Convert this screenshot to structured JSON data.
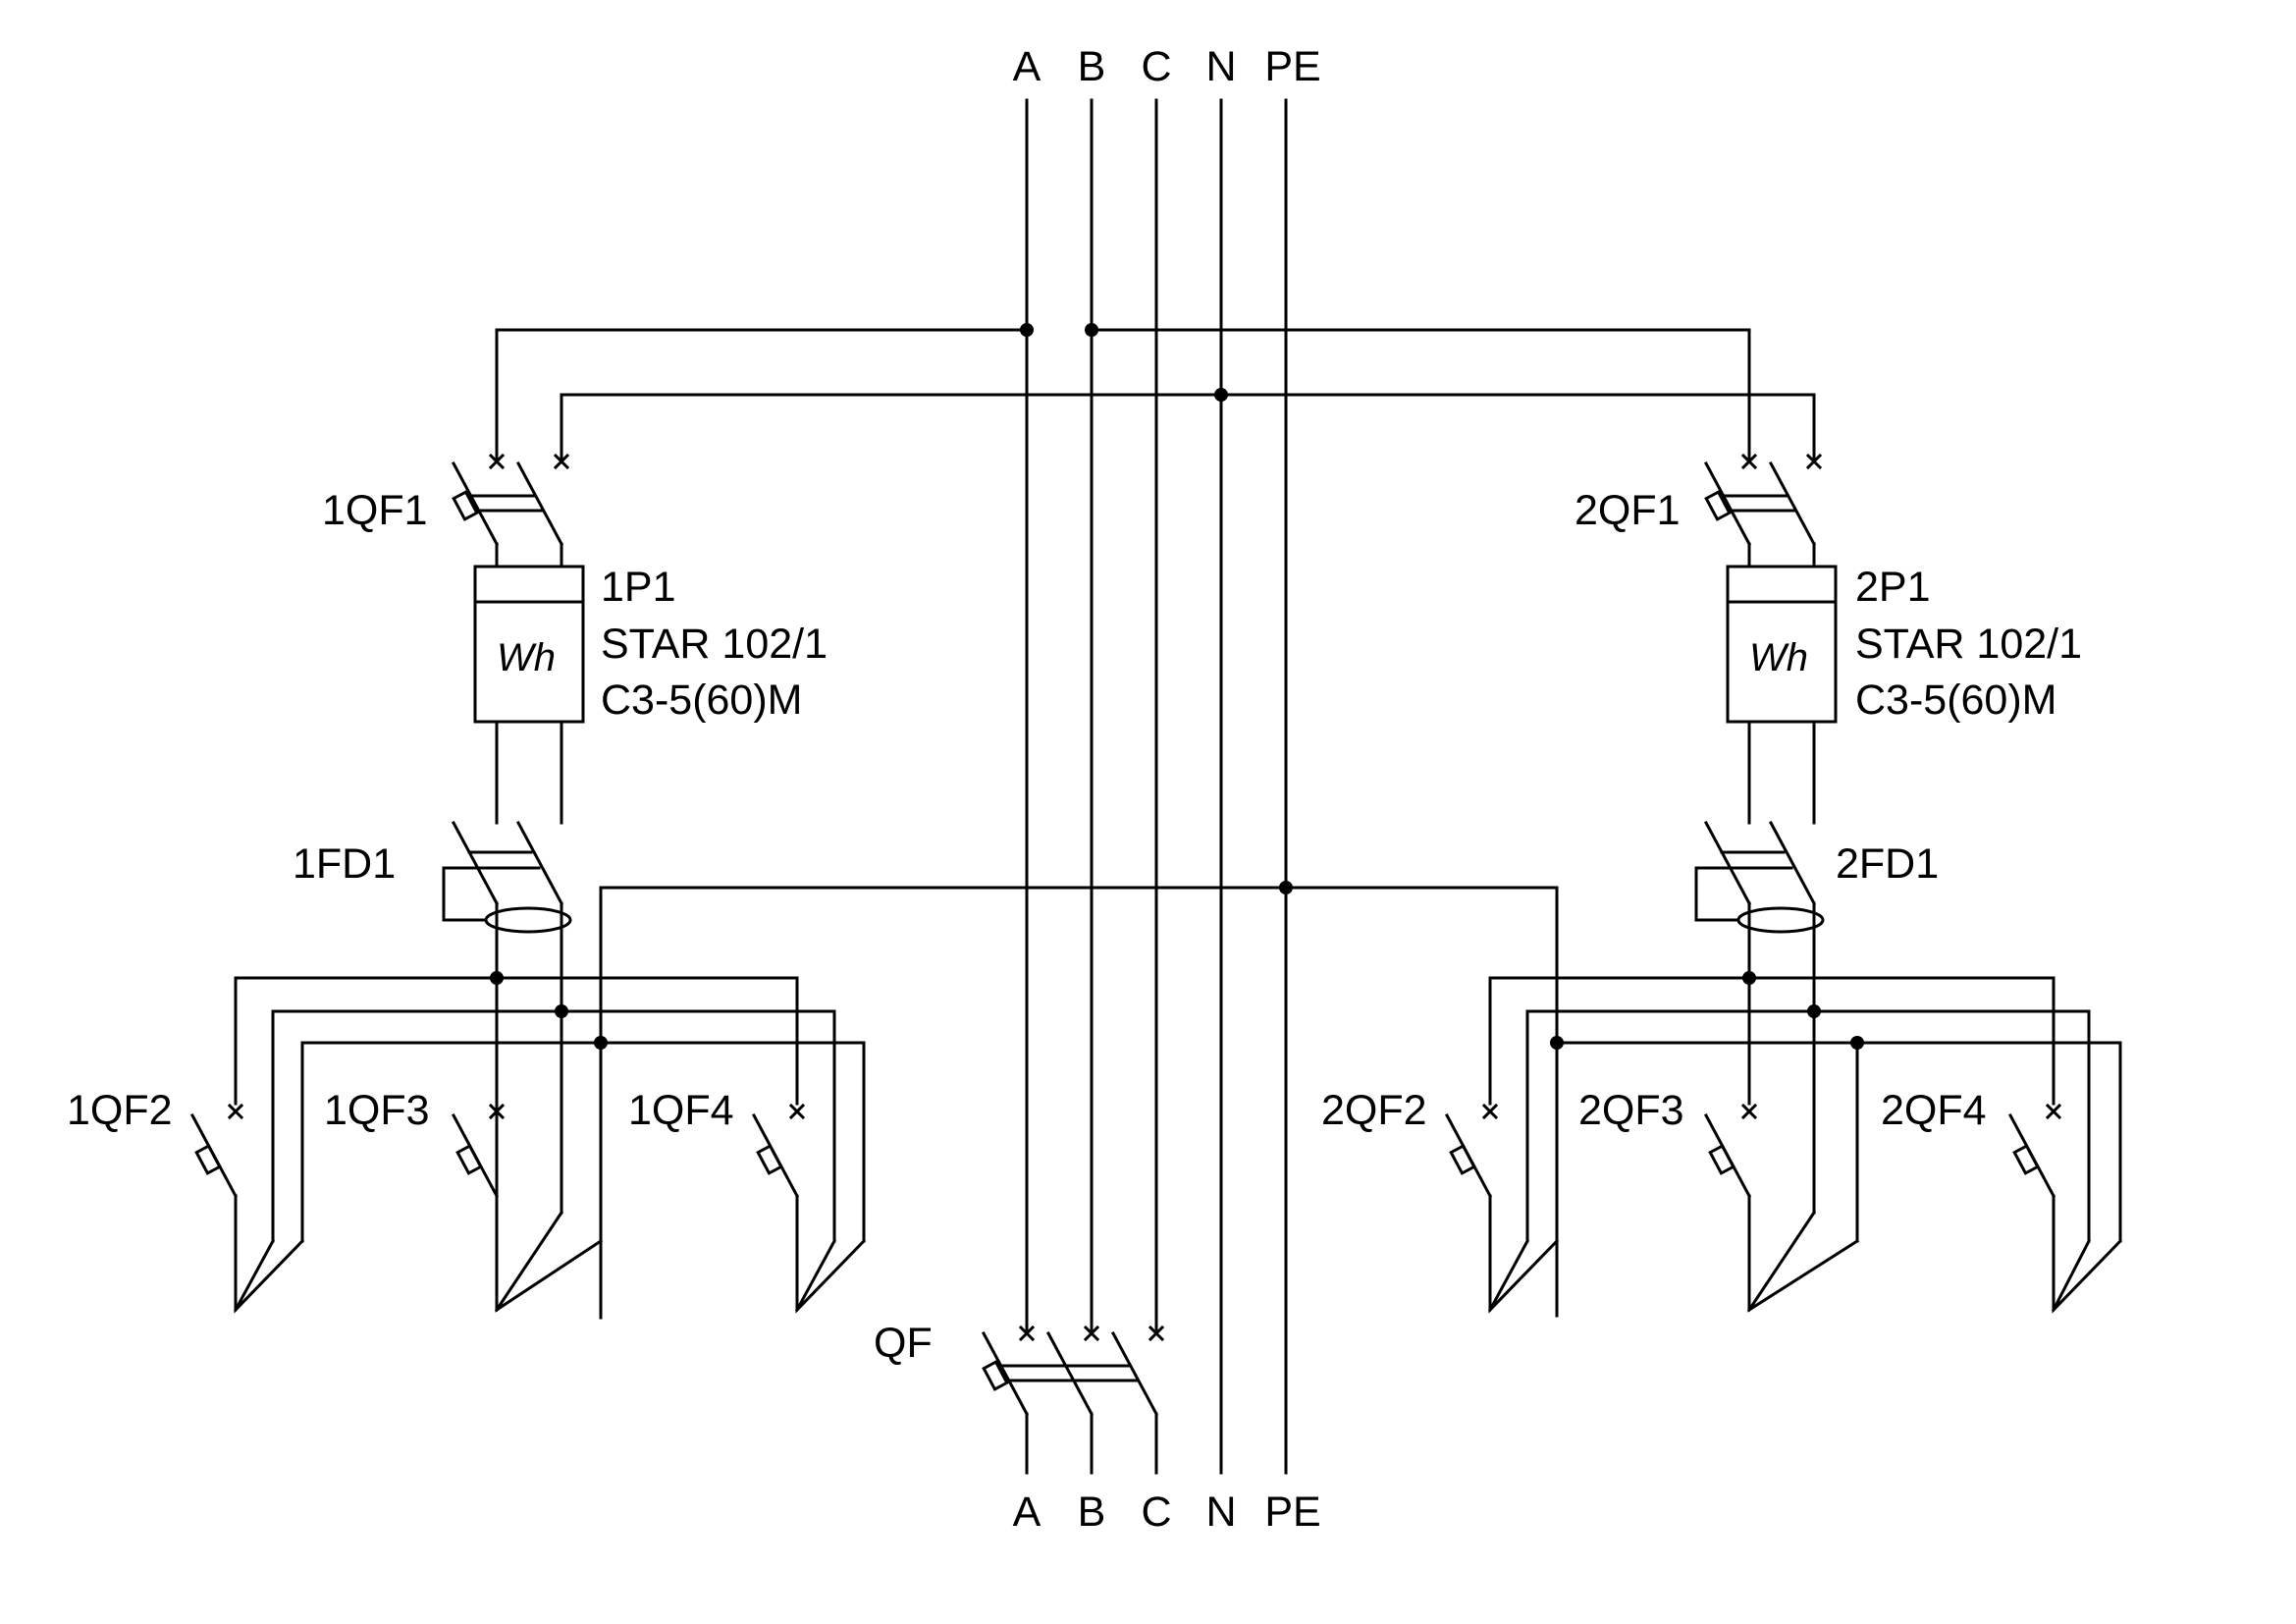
{
  "bus_top": {
    "a": "A",
    "b": "B",
    "c": "C",
    "n": "N",
    "pe": "PE"
  },
  "bus_bottom": {
    "a": "A",
    "b": "B",
    "c": "C",
    "n": "N",
    "pe": "PE"
  },
  "main_breaker": {
    "label": "QF"
  },
  "left_panel": {
    "breaker": "1QF1",
    "meter": {
      "label": "1P1",
      "model": "STAR 102/1",
      "rating": "C3-5(60)M",
      "symbol": "Wh"
    },
    "rcd": "1FD1",
    "outputs": [
      "1QF2",
      "1QF3",
      "1QF4"
    ]
  },
  "right_panel": {
    "breaker": "2QF1",
    "meter": {
      "label": "2P1",
      "model": "STAR 102/1",
      "rating": "C3-5(60)M",
      "symbol": "Wh"
    },
    "rcd": "2FD1",
    "outputs": [
      "2QF2",
      "2QF3",
      "2QF4"
    ]
  }
}
